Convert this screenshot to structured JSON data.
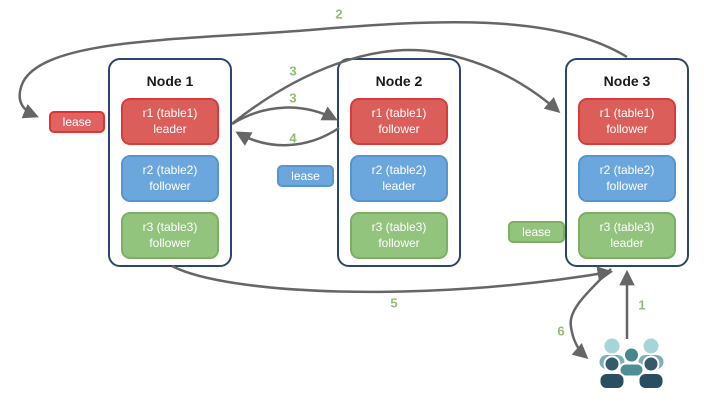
{
  "nodes": [
    {
      "title": "Node 1",
      "replicas": [
        {
          "name": "r1 (table1)",
          "role": "leader",
          "color": "red"
        },
        {
          "name": "r2 (table2)",
          "role": "follower",
          "color": "blue"
        },
        {
          "name": "r3 (table3)",
          "role": "follower",
          "color": "green"
        }
      ]
    },
    {
      "title": "Node 2",
      "replicas": [
        {
          "name": "r1 (table1)",
          "role": "follower",
          "color": "red"
        },
        {
          "name": "r2 (table2)",
          "role": "leader",
          "color": "blue"
        },
        {
          "name": "r3 (table3)",
          "role": "follower",
          "color": "green"
        }
      ]
    },
    {
      "title": "Node 3",
      "replicas": [
        {
          "name": "r1 (table1)",
          "role": "follower",
          "color": "red"
        },
        {
          "name": "r2 (table2)",
          "role": "follower",
          "color": "blue"
        },
        {
          "name": "r3 (table3)",
          "role": "leader",
          "color": "green"
        }
      ]
    }
  ],
  "leases": {
    "red": "lease",
    "blue": "lease",
    "green": "lease"
  },
  "steps": {
    "s1": "1",
    "s2": "2",
    "s3a": "3",
    "s3b": "3",
    "s4": "4",
    "s5": "5",
    "s6": "6"
  },
  "colors": {
    "replica_red": "#db5e5b",
    "replica_red_border": "#d93b3b",
    "replica_blue": "#6ba7dd",
    "replica_blue_border": "#5795d0",
    "replica_green": "#93c47d",
    "replica_green_border": "#7dae63",
    "node_border": "#2a4670",
    "arrow": "#666666",
    "step_label": "#8fbf6f",
    "users_back": "#7bb1b5",
    "users_middle": "#4f8d97",
    "users_front": "#2b4d61"
  }
}
